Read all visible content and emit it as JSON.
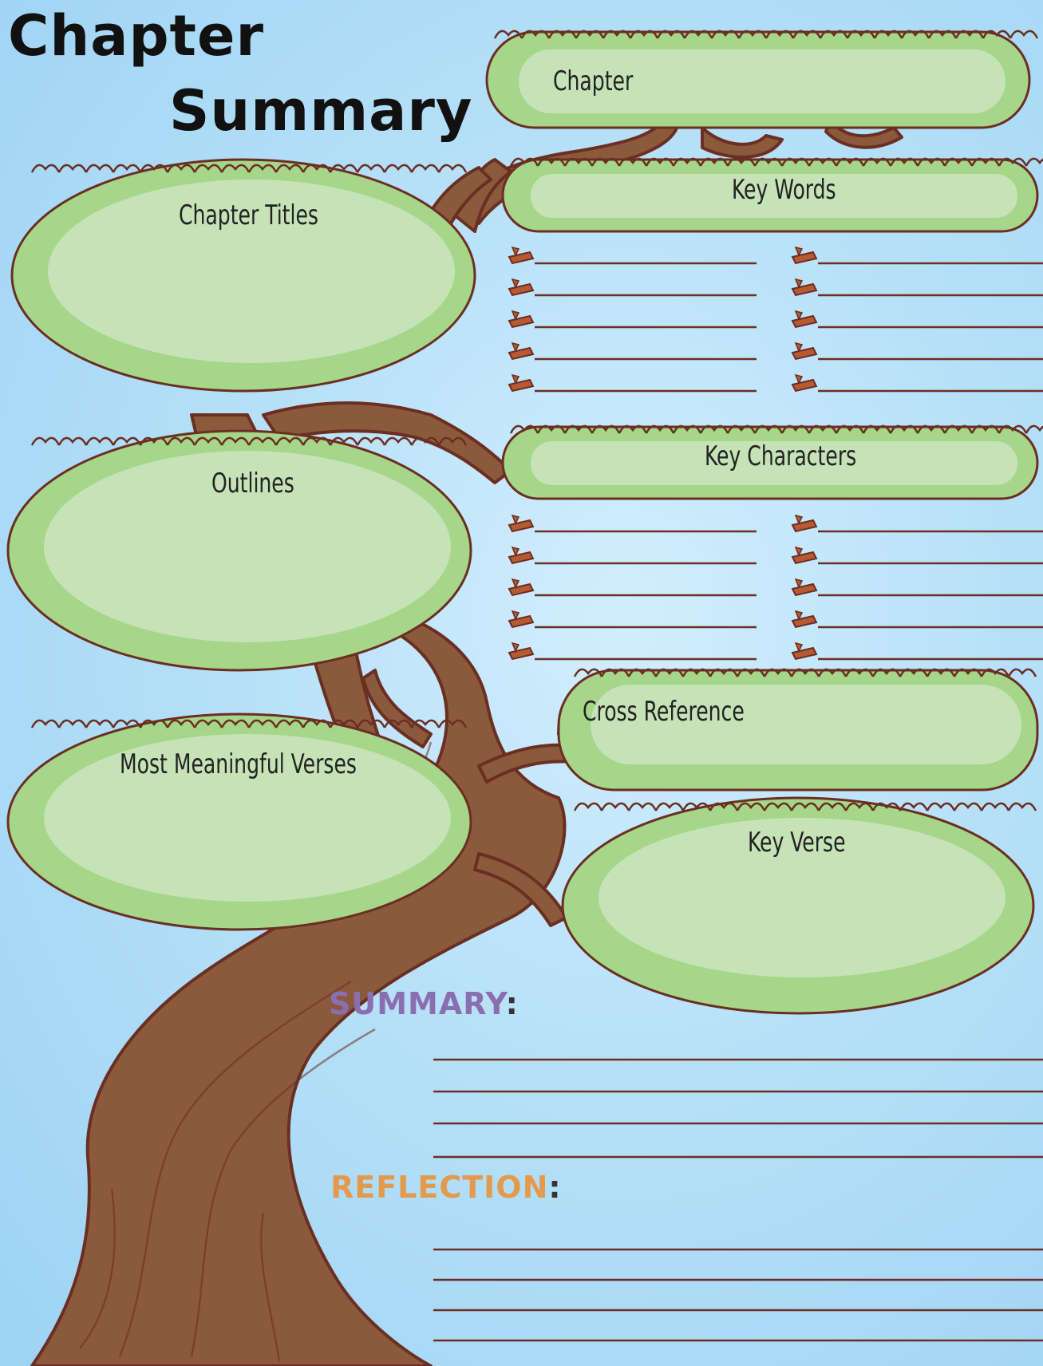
{
  "title": {
    "line1": "Chapter",
    "line2": "Summary"
  },
  "labels": {
    "chapter": "Chapter",
    "chapter_titles": "Chapter Titles",
    "key_words": "Key Words",
    "outlines": "Outlines",
    "key_characters": "Key Characters",
    "cross_reference": "Cross Reference",
    "most_meaningful_verses": "Most Meaningful Verses",
    "key_verse": "Key Verse"
  },
  "sections": {
    "summary": "SUMMARY",
    "reflection": "REFLECTION",
    "colon": ":"
  },
  "colors": {
    "leaf": "#a6d68a",
    "leaf_inner": "#c6e3b8",
    "trunk": "#8b5a3c",
    "outline": "#6b2e22",
    "line": "#6b2f24",
    "summary": "#8a6fb0",
    "reflection": "#e39a4c"
  }
}
